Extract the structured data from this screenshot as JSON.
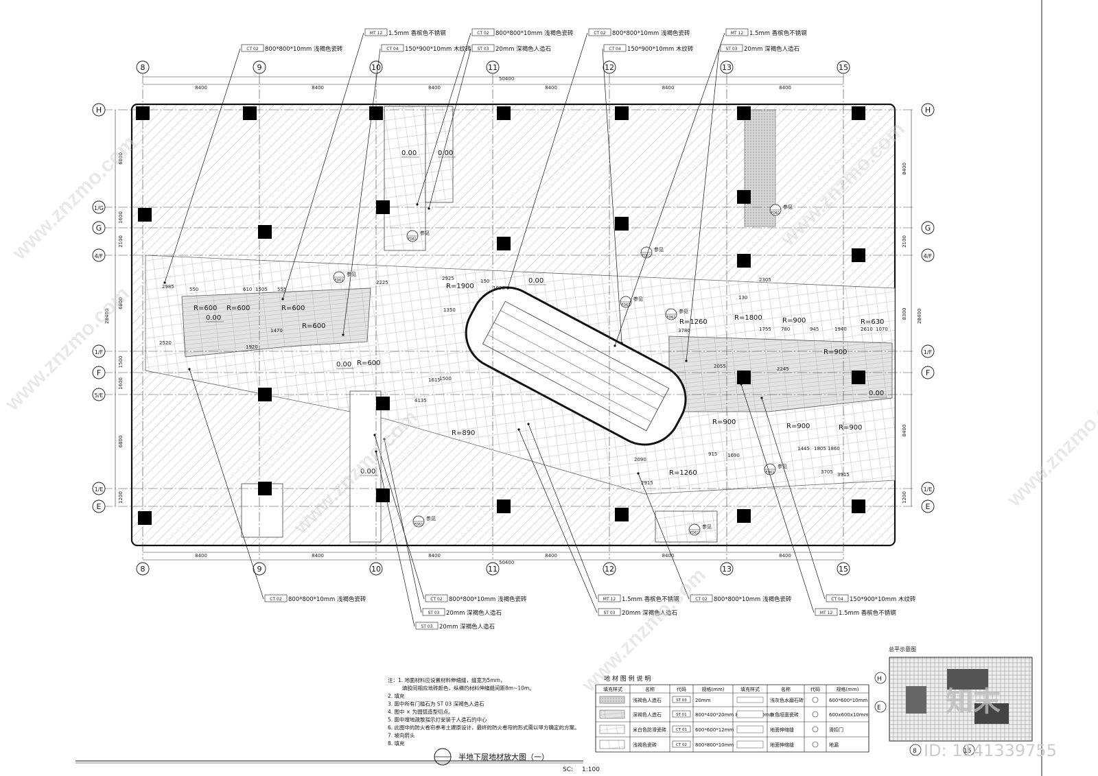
{
  "drawing": {
    "title": "半地下层地材放大图（一）",
    "scale_label": "SC:",
    "scale_value": "1:100",
    "total_dim": "50400",
    "bay_dim": "8400"
  },
  "grid": {
    "columns": [
      "8",
      "9",
      "10",
      "11",
      "12",
      "13",
      "15"
    ],
    "rows": [
      "H",
      "1/G",
      "G",
      "4/F",
      "1/F",
      "F",
      "5/E",
      "1/E",
      "E"
    ],
    "right_rows": [
      "H",
      "G",
      "4/F",
      "1/F",
      "F",
      "1/E",
      "E"
    ],
    "left_dims": [
      "6800",
      "1600",
      "2100",
      "6800",
      "1500",
      "1600",
      "6800",
      "1200"
    ],
    "right_dims": [
      "8400",
      "2100",
      "8300",
      "8400",
      "1200"
    ],
    "outer_left": "28400",
    "outer_right": "28400"
  },
  "callouts": {
    "top": [
      {
        "code": "CT 02",
        "text": "800*800*10mm 浅褐色瓷砖"
      },
      {
        "code": "MT 12",
        "text": "1.5mm 香槟色不锈钢"
      },
      {
        "code": "CT 04",
        "text": "150*900*10mm 木纹砖"
      },
      {
        "code": "CT 02",
        "text": "800*800*10mm 浅褐色瓷砖"
      },
      {
        "code": "ST 03",
        "text": "20mm 深褐色人造石"
      },
      {
        "code": "CT 02",
        "text": "800*800*10mm 浅褐色瓷砖"
      },
      {
        "code": "CT 04",
        "text": "150*900*10mm 木纹砖"
      },
      {
        "code": "MT 12",
        "text": "1.5mm 香槟色不锈钢"
      },
      {
        "code": "ST 03",
        "text": "20mm 深褐色人造石"
      }
    ],
    "bottom": [
      {
        "code": "CT 02",
        "text": "800*800*10mm 浅褐色瓷砖"
      },
      {
        "code": "CT 02",
        "text": "800*800*10mm 浅褐色瓷砖"
      },
      {
        "code": "ST 03",
        "text": "20mm 深褐色人造石"
      },
      {
        "code": "ST 03",
        "text": "20mm 深褐色人造石"
      },
      {
        "code": "MT 12",
        "text": "1.5mm 香槟色不锈钢"
      },
      {
        "code": "ST 03",
        "text": "20mm 深褐色人造石"
      },
      {
        "code": "CT 02",
        "text": "800*800*10mm 浅褐色瓷砖"
      },
      {
        "code": "CT 04",
        "text": "150*900*10mm 木纹砖"
      },
      {
        "code": "MT 12",
        "text": "1.5mm 香槟色不锈钢"
      }
    ]
  },
  "plan_labels": {
    "radii": [
      "R=600",
      "R=600",
      "R=600",
      "R=600",
      "R=600",
      "R=1900",
      "R=890",
      "R=1260",
      "R=1800",
      "R=900",
      "R=630",
      "R=900",
      "R=900",
      "R=900",
      "R=900",
      "R=1260"
    ],
    "levels": [
      "0.00",
      "0.00",
      "0.00",
      "0.00",
      "0.00",
      "0.00",
      "0.00"
    ],
    "dims": [
      "2985",
      "550",
      "610",
      "1505",
      "555",
      "2225",
      "2520",
      "1470",
      "1920",
      "1350",
      "2925",
      "150",
      "1030",
      "1615",
      "1500",
      "4135",
      "3780",
      "2055",
      "1755",
      "780",
      "945",
      "1940",
      "2610",
      "1070",
      "2245",
      "2090",
      "2915",
      "3705",
      "3915",
      "1690",
      "915",
      "1445",
      "1805",
      "1860",
      "130",
      "2305"
    ],
    "ref": "参见",
    "sheet_ref": "FD61"
  },
  "legend": {
    "title": "地 材 图 例 说 明",
    "headers": [
      "填充样式",
      "名称",
      "代码",
      "规格(mm)",
      "填充样式",
      "名称",
      "代码",
      "规格(mm)"
    ],
    "rows": [
      {
        "name": "浅褐色人造石",
        "code": "ST 03",
        "spec": "20mm",
        "name2": "浅灰色水磨石砖",
        "code2": "",
        "spec2": "600*600*10mm"
      },
      {
        "name": "深褐色人造石",
        "code": "ST 01",
        "spec": "800*400*20mm 800*800*20mm",
        "name2": "灰色哑面瓷砖",
        "code2": "",
        "spec2": "600x600x10mm"
      },
      {
        "name": "米白色防滑瓷砖",
        "code": "CT 01",
        "spec": "600*600*12mm",
        "name2": "地面伸缩缝",
        "code2": "",
        "spec2": "滑扣门"
      },
      {
        "name": "浅褐色瓷砖",
        "code": "CT 02",
        "spec": "800*800*10mm",
        "name2": "地面伸缩缝",
        "code2": "",
        "spec2": "地漏"
      }
    ]
  },
  "notes": {
    "lines": [
      "注：1. 地面材料应设置材料伸缩缝，缝宽为5mm，",
      "填胶同相应地砖颜色，纵横的材料伸缩缝间距8m~10m。",
      "2. 填充",
      "3. 图中所有门槛石为 ST 03 深褐色人造石",
      "4. 图中 × 为圆弧造型切点。",
      "5. 图中埋地疏散指示灯安装于人造石的中心",
      "6. 此图中的防火卷帘参考土建原设计，最终的防火卷帘的形式需以甲方确定的方案。",
      "7. 坡向箭头",
      "8. 填充"
    ]
  },
  "key_plan": {
    "title": "总平示意图",
    "rows": [
      "H",
      "E"
    ],
    "cols": [
      "8",
      "15"
    ]
  },
  "watermark": {
    "brand": "知末",
    "id_label": "ID: 1141339755",
    "site": "www.znzmo.com"
  }
}
